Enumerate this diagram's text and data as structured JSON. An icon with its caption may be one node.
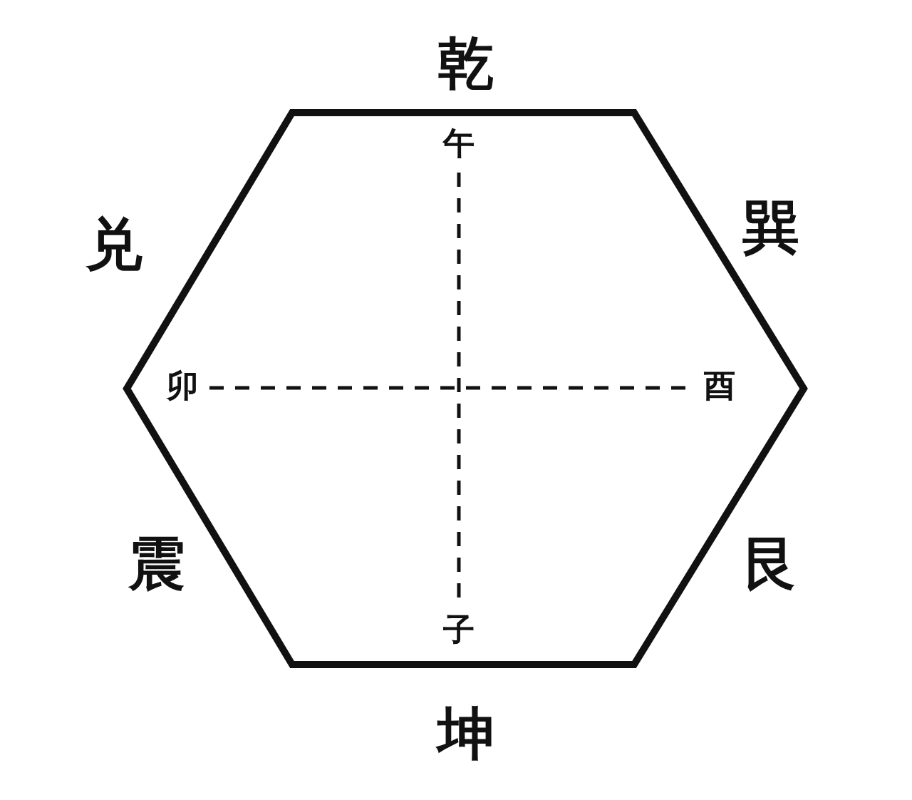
{
  "diagram": {
    "nodes": [
      {
        "text": [],
        "shape": "hexagon"
      },
      {
        "text": [
          "午"
        ],
        "in": 0
      },
      {
        "text": [
          "卯"
        ],
        "in": 0
      },
      {
        "text": [
          "酉"
        ],
        "in": 0
      },
      {
        "text": [
          "子"
        ],
        "in": 0
      }
    ],
    "edges": [
      {
        "from": 1,
        "to": 4,
        "arrow": "none",
        "style": "dashed"
      },
      {
        "from": 2,
        "to": 3,
        "arrow": "none",
        "style": "dashed"
      }
    ],
    "labels": [
      "乾",
      "兑",
      "巽",
      "震",
      "艮",
      "坤"
    ]
  }
}
